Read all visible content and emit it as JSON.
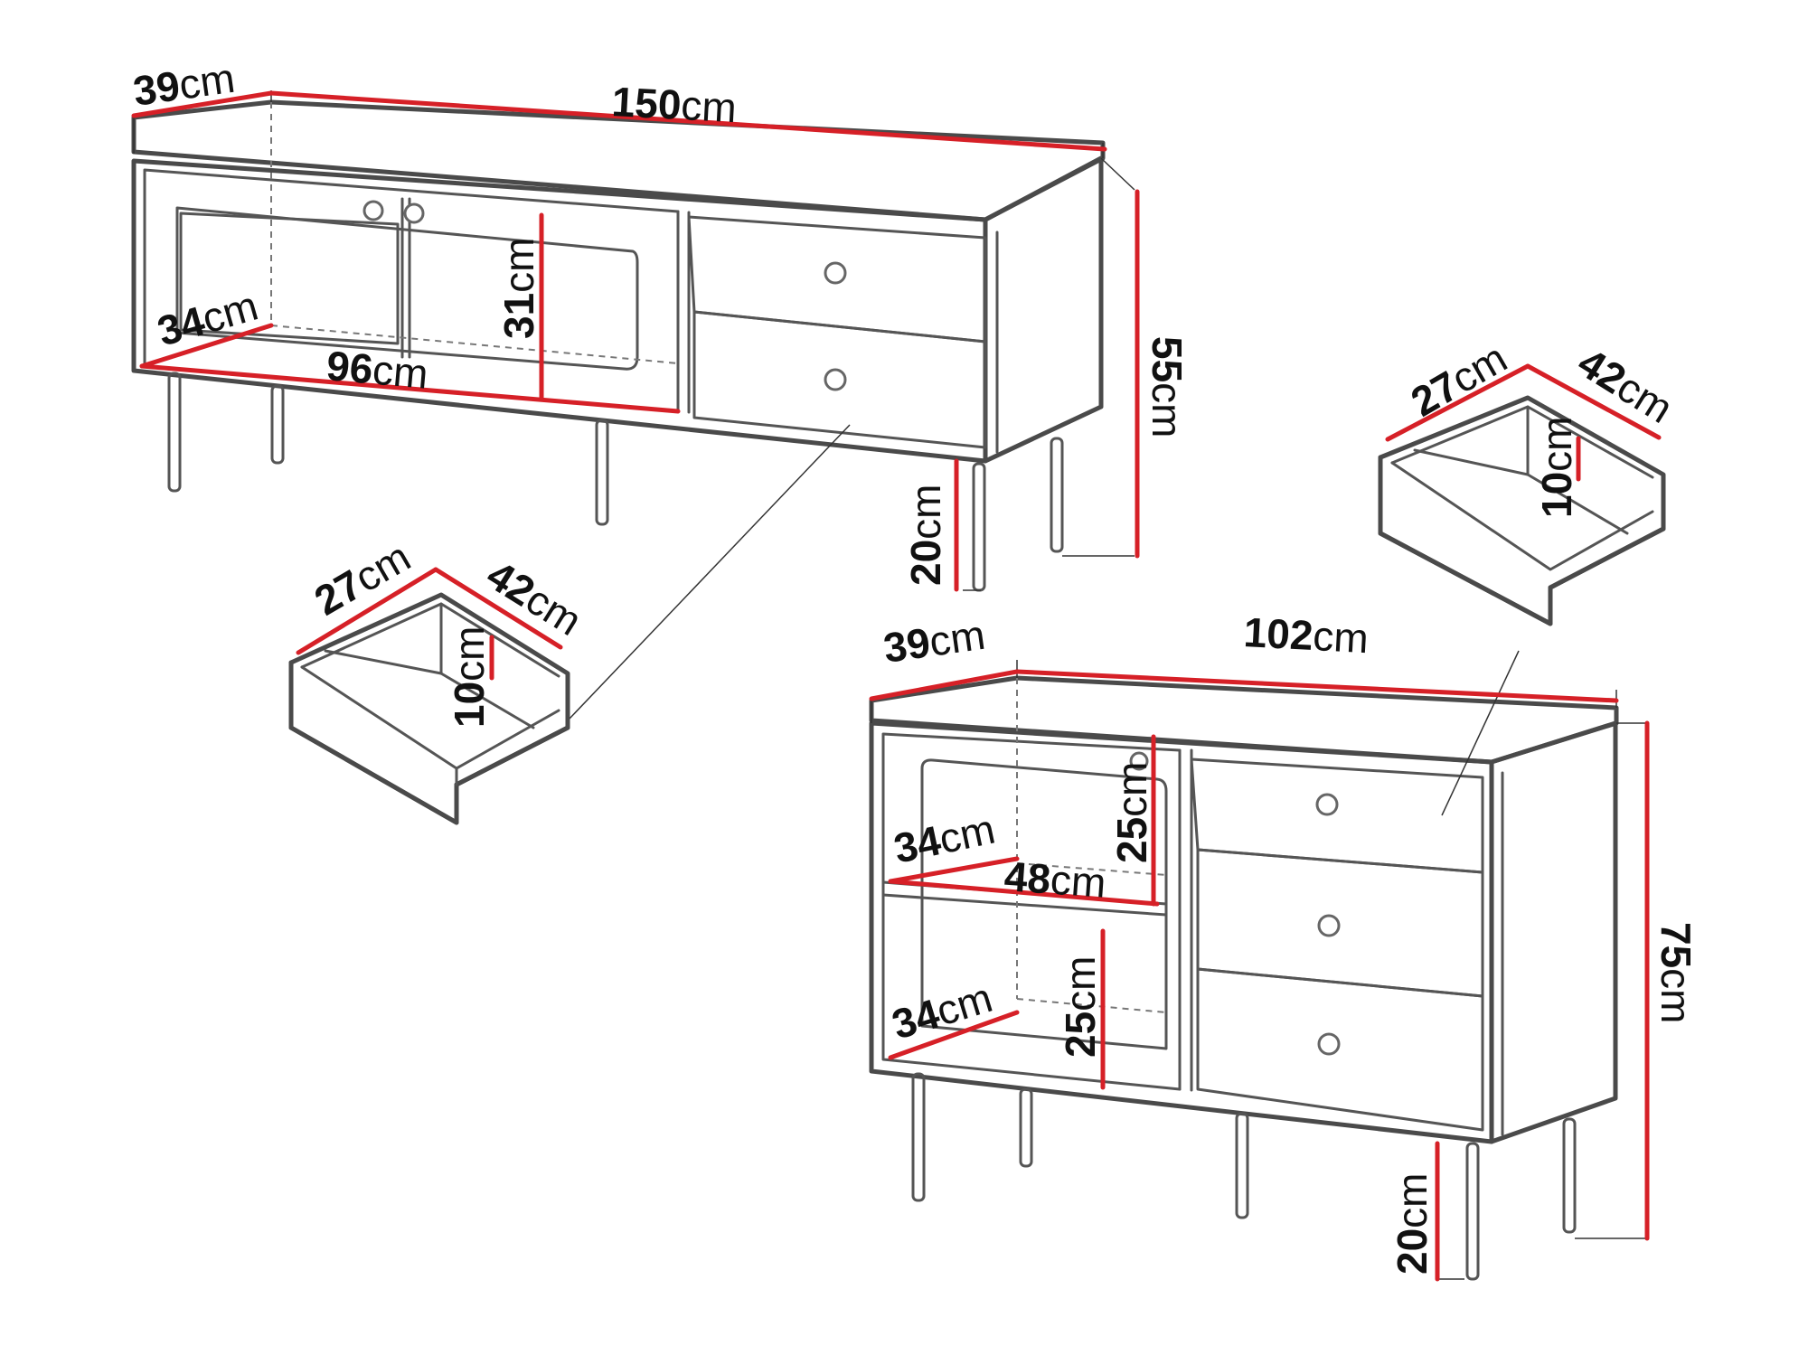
{
  "tv_cabinet": {
    "depth_top": {
      "value": "39",
      "unit": "cm"
    },
    "width": {
      "value": "150",
      "unit": "cm"
    },
    "inner_depth": {
      "value": "34",
      "unit": "cm"
    },
    "compartment_width": {
      "value": "96",
      "unit": "cm"
    },
    "compartment_height": {
      "value": "31",
      "unit": "cm"
    },
    "total_height": {
      "value": "55",
      "unit": "cm"
    },
    "leg_height": {
      "value": "20",
      "unit": "cm"
    }
  },
  "tv_drawer": {
    "width": {
      "value": "27",
      "unit": "cm"
    },
    "depth": {
      "value": "42",
      "unit": "cm"
    },
    "height": {
      "value": "10",
      "unit": "cm"
    }
  },
  "sideboard": {
    "depth_top": {
      "value": "39",
      "unit": "cm"
    },
    "width": {
      "value": "102",
      "unit": "cm"
    },
    "shelf_depth_upper": {
      "value": "34",
      "unit": "cm"
    },
    "shelf_width": {
      "value": "48",
      "unit": "cm"
    },
    "shelf_height_upper": {
      "value": "25",
      "unit": "cm"
    },
    "shelf_depth_lower": {
      "value": "34",
      "unit": "cm"
    },
    "shelf_height_lower": {
      "value": "25",
      "unit": "cm"
    },
    "total_height": {
      "value": "75",
      "unit": "cm"
    },
    "leg_height": {
      "value": "20",
      "unit": "cm"
    }
  },
  "sideboard_drawer": {
    "width": {
      "value": "27",
      "unit": "cm"
    },
    "depth": {
      "value": "42",
      "unit": "cm"
    },
    "height": {
      "value": "10",
      "unit": "cm"
    }
  },
  "colors": {
    "dimension_line": "#d62027",
    "outline": "#4a4a4a",
    "text": "#111111"
  }
}
